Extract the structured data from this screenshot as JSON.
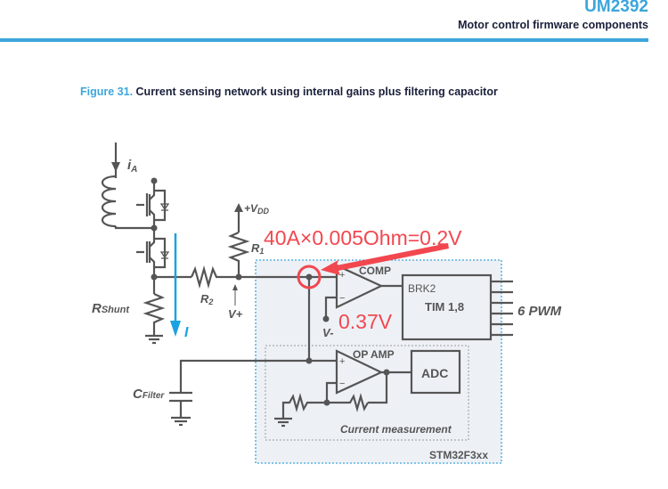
{
  "header": {
    "doc_id": "UM2392",
    "section": "Motor control firmware components"
  },
  "figure": {
    "number": "Figure 31.",
    "title": "Current sensing network using internal gains plus filtering capacitor"
  },
  "labels": {
    "ia_main": "i",
    "ia_sub": "A",
    "vdd": "+V",
    "vdd_sub": "DD",
    "r1_main": "R",
    "r1_sub": "1",
    "r2_main": "R",
    "r2_sub": "2",
    "vplus": "V+",
    "rshunt_main": "R",
    "rshunt_sub": "Shunt",
    "current_i": "I",
    "vminus": "V-",
    "comp": "COMP",
    "brk2": "BRK2",
    "tim": "TIM 1,8",
    "pwm": "6 PWM",
    "opamp": "OP AMP",
    "adc": "ADC",
    "cfilter_main": "C",
    "cfilter_sub": "Filter",
    "current_measurement": "Current measurement",
    "chip": "STM32F3xx",
    "plus_sign": "+",
    "minus_sign": "−"
  },
  "annotations": {
    "formula": "40A×0.005Ohm=0.2V",
    "threshold": "0.37V",
    "color": "#f2474f"
  },
  "colors": {
    "accent": "#3CA6DC",
    "wire": "#555555",
    "chip_fill": "#edf1f6",
    "current_arrow": "#1aa3e0"
  }
}
